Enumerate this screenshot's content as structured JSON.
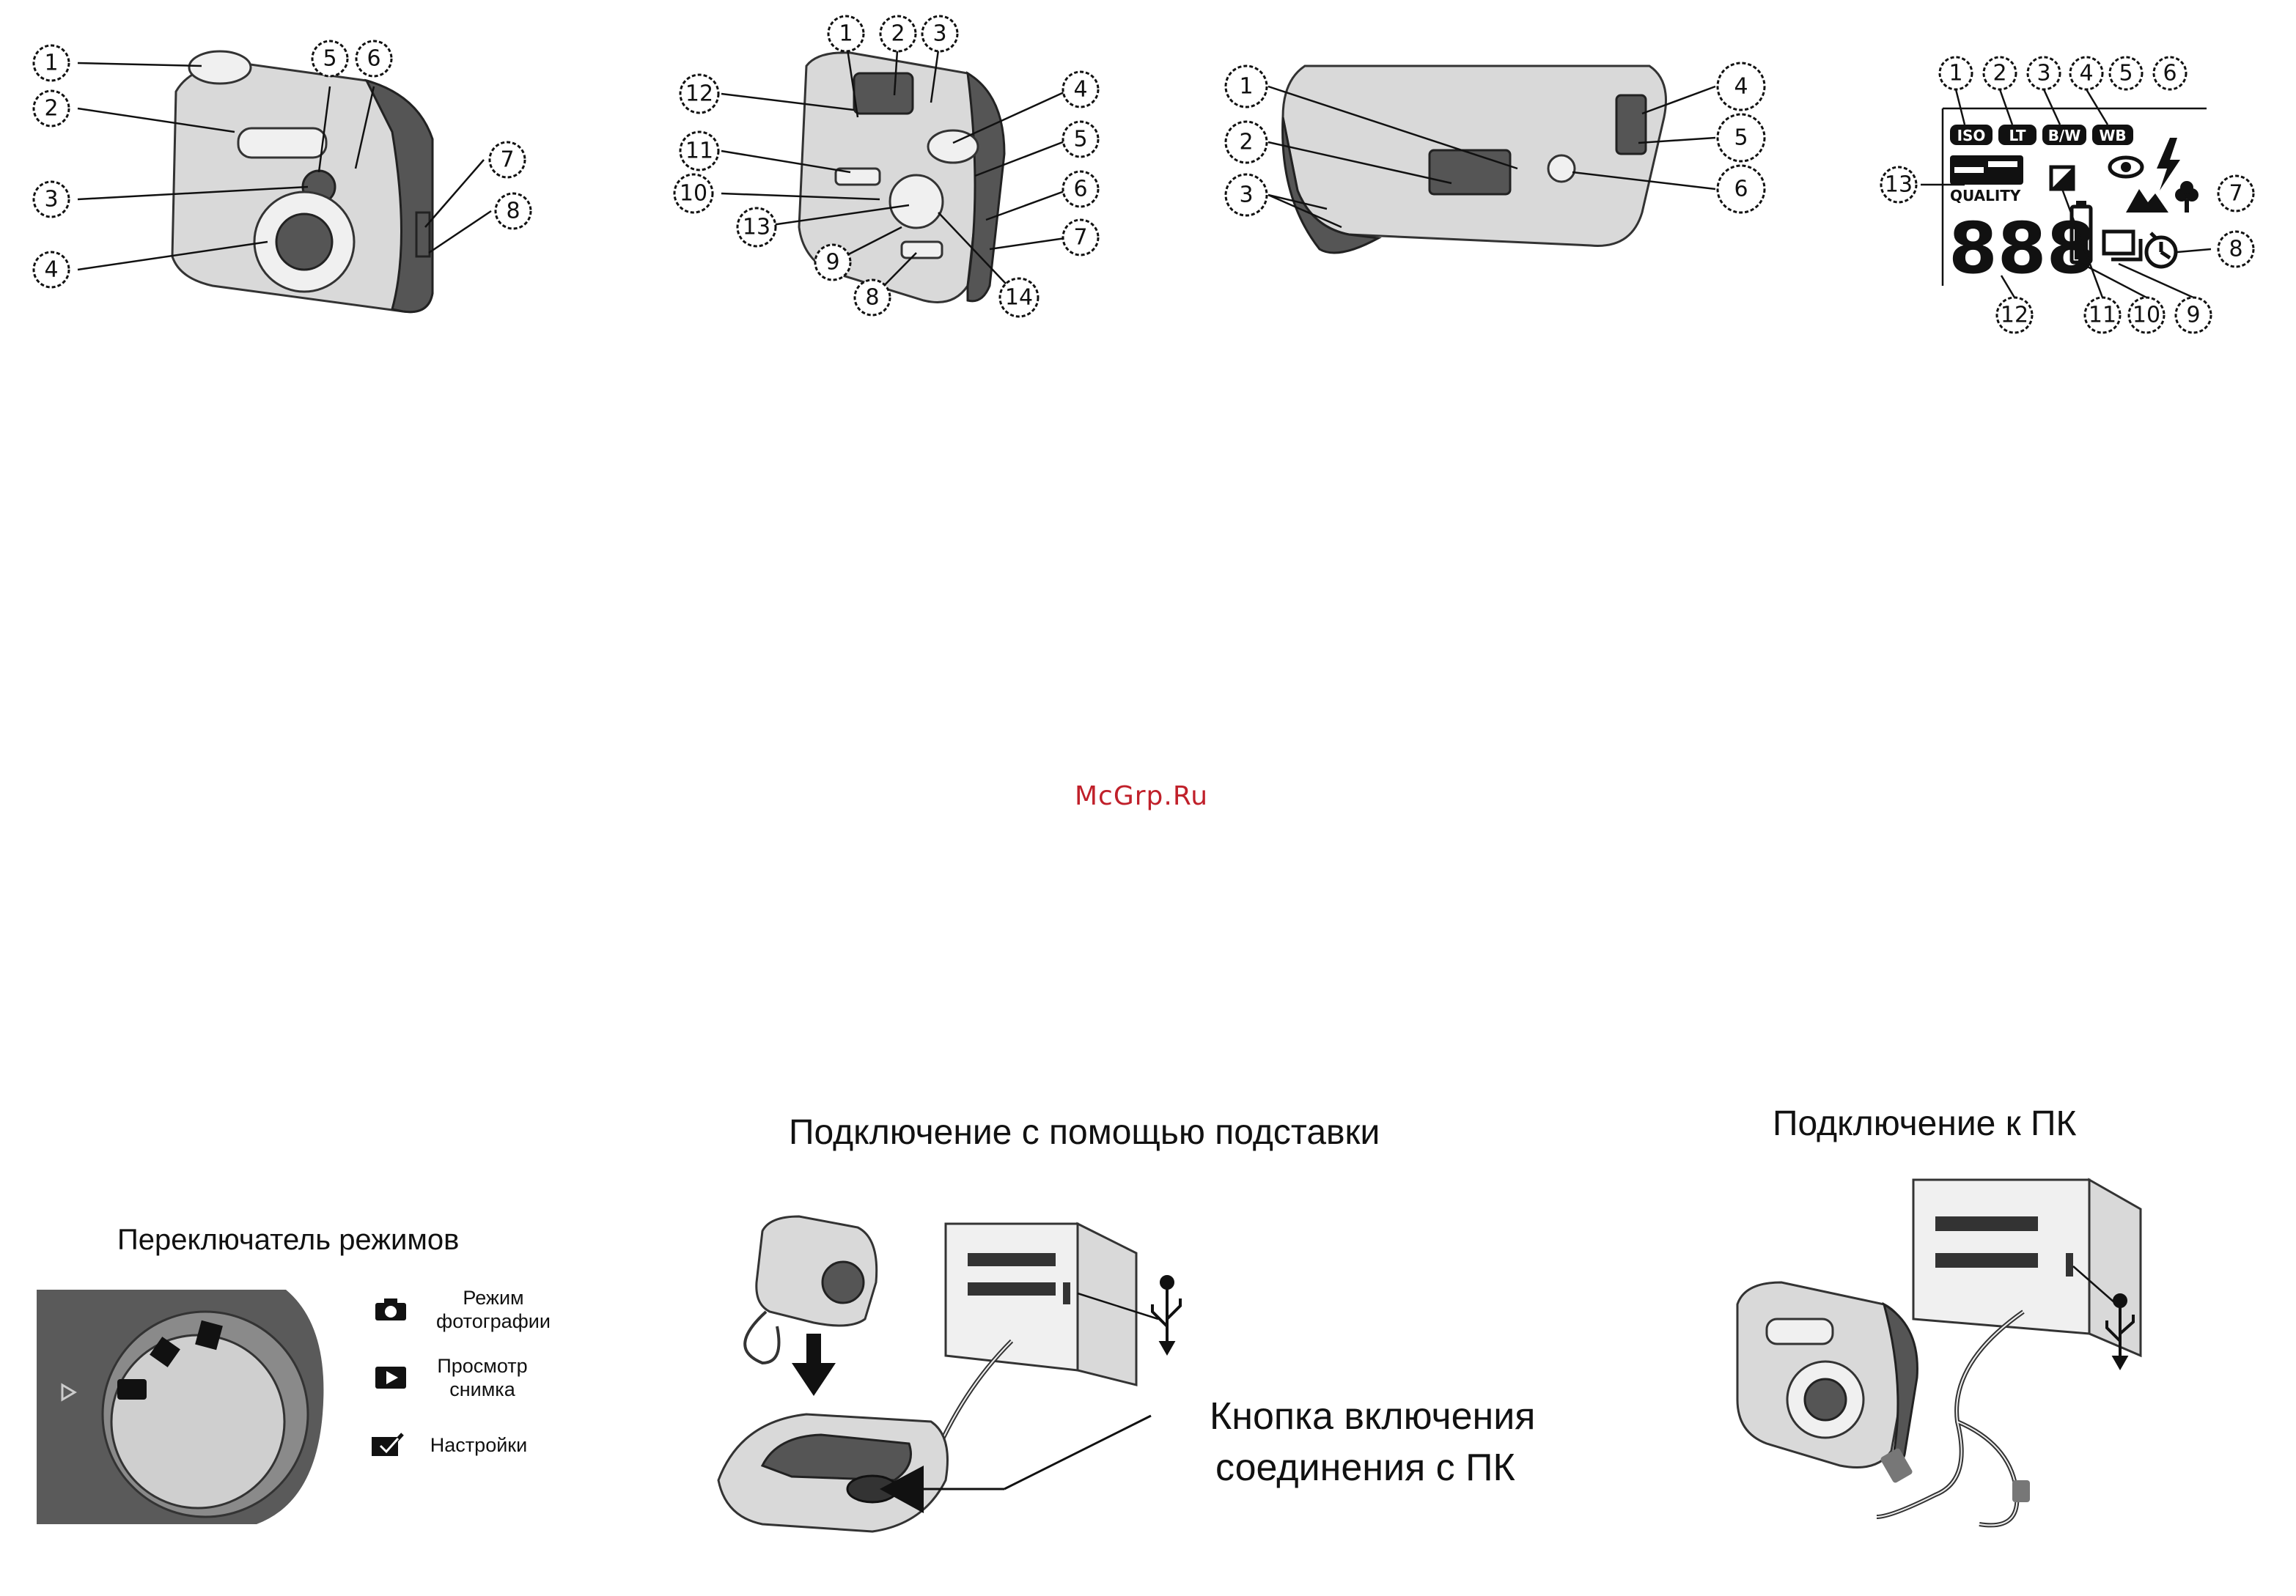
{
  "watermark": "McGrp.Ru",
  "front_view": {
    "callouts": [
      "1",
      "2",
      "3",
      "4",
      "5",
      "6",
      "7",
      "8"
    ]
  },
  "back_view": {
    "callouts": [
      "1",
      "2",
      "3",
      "4",
      "5",
      "6",
      "7",
      "8",
      "9",
      "10",
      "11",
      "12",
      "13",
      "14"
    ]
  },
  "bottom_view": {
    "callouts": [
      "1",
      "2",
      "3",
      "4",
      "5",
      "6"
    ]
  },
  "lcd_panel": {
    "callouts": [
      "1",
      "2",
      "3",
      "4",
      "5",
      "6",
      "7",
      "8",
      "9",
      "10",
      "11",
      "12",
      "13"
    ],
    "badges": [
      "ISO",
      "LT",
      "B/W",
      "WB"
    ],
    "quality_label": "QUALITY",
    "counter": "888"
  },
  "mode_dial": {
    "title": "Переключатель режимов",
    "items": [
      {
        "icon": "camera-icon",
        "label": "Режим фотографии"
      },
      {
        "icon": "play-icon",
        "label": "Просмотр снимка"
      },
      {
        "icon": "setup-icon",
        "label": "Настройки"
      }
    ]
  },
  "dock_connection": {
    "title": "Подключение с помощью подставки",
    "button_label_line1": "Кнопка включения",
    "button_label_line2": "соединения с ПК"
  },
  "pc_connection": {
    "title": "Подключение к ПК"
  }
}
